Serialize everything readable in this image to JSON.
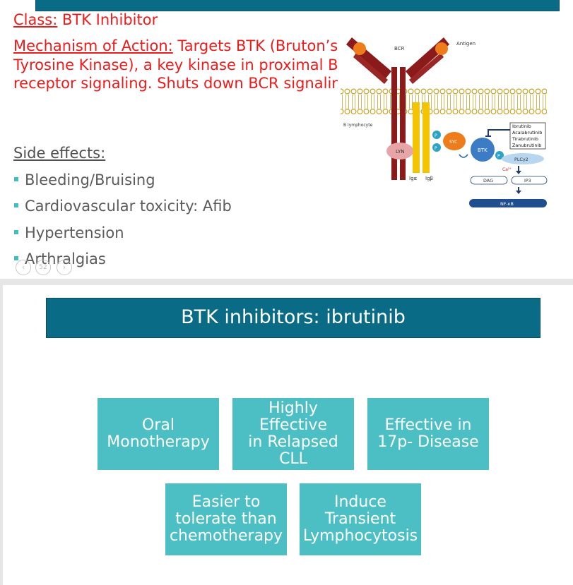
{
  "slide1": {
    "class_label": "Class:",
    "class_value": " BTK Inhibitor",
    "moa_label": "Mechanism of Action:",
    "moa_line1": " Targets BTK (Bruton’s",
    "moa_line2": "Tyrosine Kinase), a key kinase in proximal B-cell",
    "moa_line3": "receptor signaling. Shuts down BCR signaling",
    "side_effects_title": "Side effects:",
    "side_effects": [
      "Bleeding/Bruising",
      "Cardiovascular toxicity: Afib",
      "Hypertension",
      "Arthralgias"
    ],
    "page_number": "52",
    "diagram": {
      "bcr": "BCR",
      "antigen": "Antigen",
      "b_lymphocyte": "B lymphocyte",
      "lyn": "LYN",
      "syc": "SYC",
      "btk": "BTK",
      "p": "P",
      "plcy2": "PLCγ2",
      "ca": "Ca²⁺",
      "dag": "DAG",
      "ip3": "IP3",
      "nfkb": "NF-κB",
      "iga": "Igα",
      "igb": "Igβ",
      "inhibitors": [
        "Ibrutinib",
        "Acalabrutinib",
        "Tirabrutinib",
        "Zanubrutinib"
      ]
    }
  },
  "slide2": {
    "title": "BTK inhibitors: ibrutinib",
    "boxes": [
      "Oral\nMonotherapy",
      "Highly Effective\nin Relapsed\nCLL",
      "Effective in\n17p- Disease",
      "Easier to\ntolerate than\nchemotherapy",
      "Induce\nTransient\nLymphocytosis"
    ]
  },
  "colors": {
    "accent_red": "#ef1a1a",
    "banner": "#0a6b86",
    "teal_box": "#4cbfc4",
    "bullet": "#3fbfbf"
  }
}
